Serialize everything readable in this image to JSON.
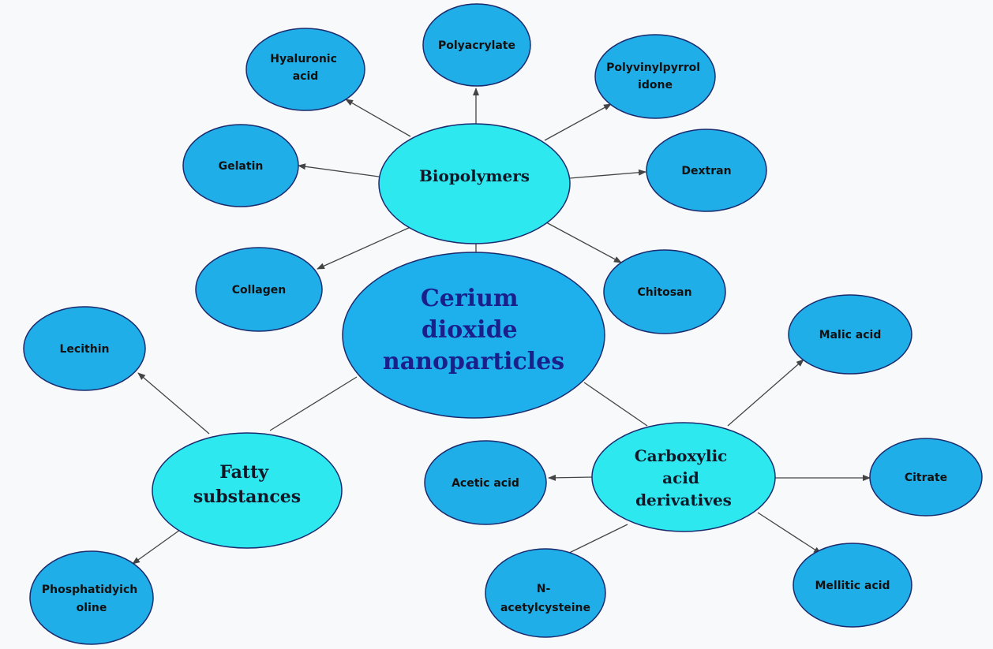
{
  "center": {
    "lines": [
      "Cerium",
      "dioxide",
      "nanoparticles"
    ]
  },
  "groups": {
    "biopolymers": {
      "lines": [
        "Biopolymers"
      ]
    },
    "fatty": {
      "lines": [
        "Fatty",
        "substances"
      ]
    },
    "carboxylic": {
      "lines": [
        "Carboxylic",
        "acid",
        "derivatives"
      ]
    }
  },
  "biopolymer_items": {
    "hyaluronic": [
      "Hyaluronic",
      "acid"
    ],
    "polyacrylate": [
      "Polyacrylate"
    ],
    "polyvinylpyrrolidone": [
      "Polyvinylpyrrol",
      "idone"
    ],
    "gelatin": [
      "Gelatin"
    ],
    "dextran": [
      "Dextran"
    ],
    "collagen": [
      "Collagen"
    ],
    "chitosan": [
      "Chitosan"
    ]
  },
  "fatty_items": {
    "lecithin": [
      "Lecithin"
    ],
    "phosphatidylcholine": [
      "Phosphatidyich",
      "oline"
    ]
  },
  "carboxylic_items": {
    "malic": [
      "Malic acid"
    ],
    "acetic": [
      "Acetic acid"
    ],
    "citrate": [
      "Citrate"
    ],
    "acetylcysteine": [
      "N-",
      "acetylcysteine"
    ],
    "mellitic": [
      "Mellitic acid"
    ]
  },
  "colors": {
    "leaf_fill": "#20aee8",
    "group_fill": "#2ee8f0",
    "center_fill": "#1eb0ec",
    "outline": "#1a2a6e",
    "edge": "#444444"
  }
}
